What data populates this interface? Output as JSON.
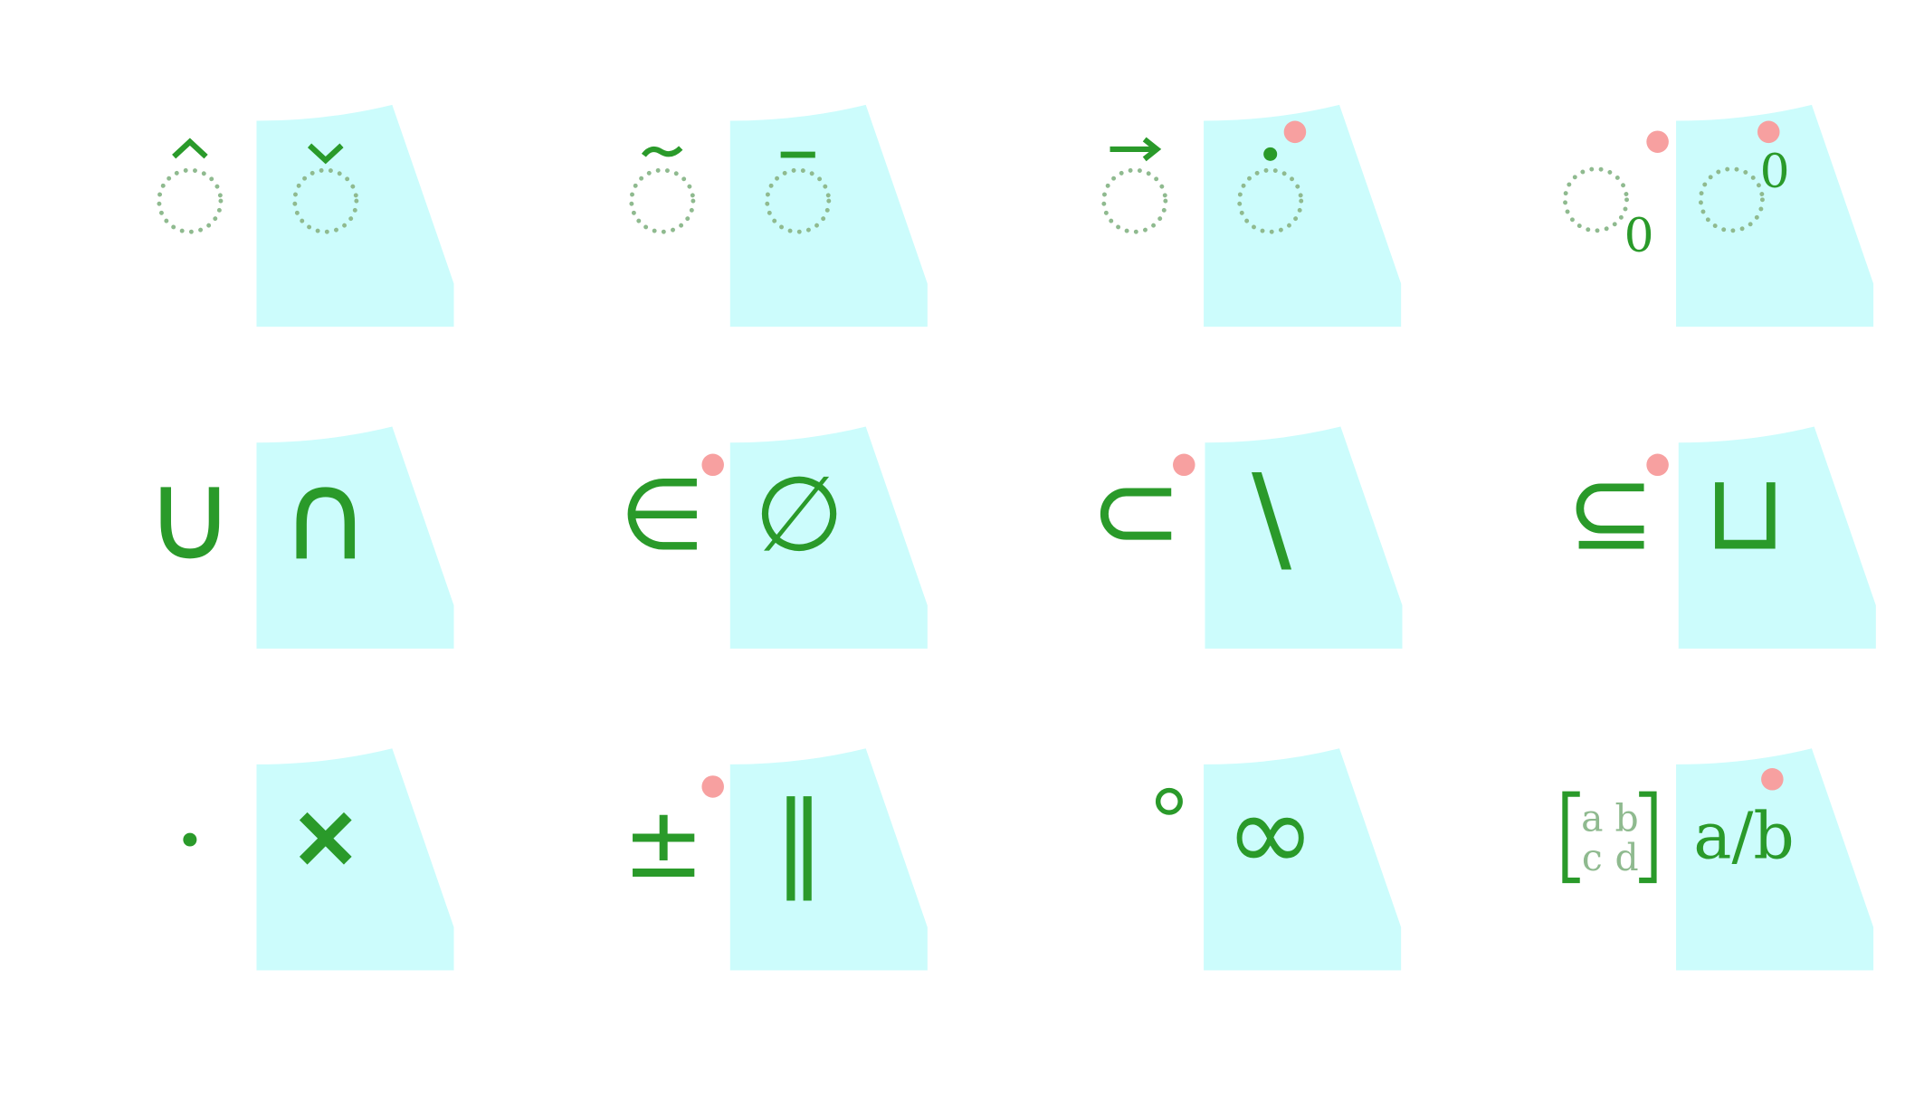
{
  "keyboard": {
    "rows": [
      {
        "keys": [
          {
            "primary": "hat",
            "secondary": "check"
          },
          {
            "primary": "tilde",
            "secondary": "bar"
          },
          {
            "primary": "vector arrow",
            "secondary": "dot"
          },
          {
            "primary": "subscript",
            "secondary": "superscript",
            "primary_text": "0",
            "secondary_text": "0"
          }
        ]
      },
      {
        "keys": [
          {
            "primary": "∪",
            "secondary": "∩"
          },
          {
            "primary": "∈",
            "secondary": "∅"
          },
          {
            "primary": "⊂",
            "secondary": "\\"
          },
          {
            "primary": "⊆",
            "secondary": "⊔"
          }
        ]
      },
      {
        "keys": [
          {
            "primary": "·",
            "secondary": "×"
          },
          {
            "primary": "±",
            "secondary": "∥"
          },
          {
            "primary": "°",
            "secondary": "∞"
          },
          {
            "primary": "matrix",
            "secondary": "a/b",
            "matrix_cells": [
              "a",
              "b",
              "c",
              "d"
            ]
          }
        ]
      }
    ],
    "colors": {
      "glyph": "#2a9a2a",
      "placeholder": "#8fba8f",
      "panel": "#ccfcfc",
      "badge": "#f7a0a0"
    }
  }
}
